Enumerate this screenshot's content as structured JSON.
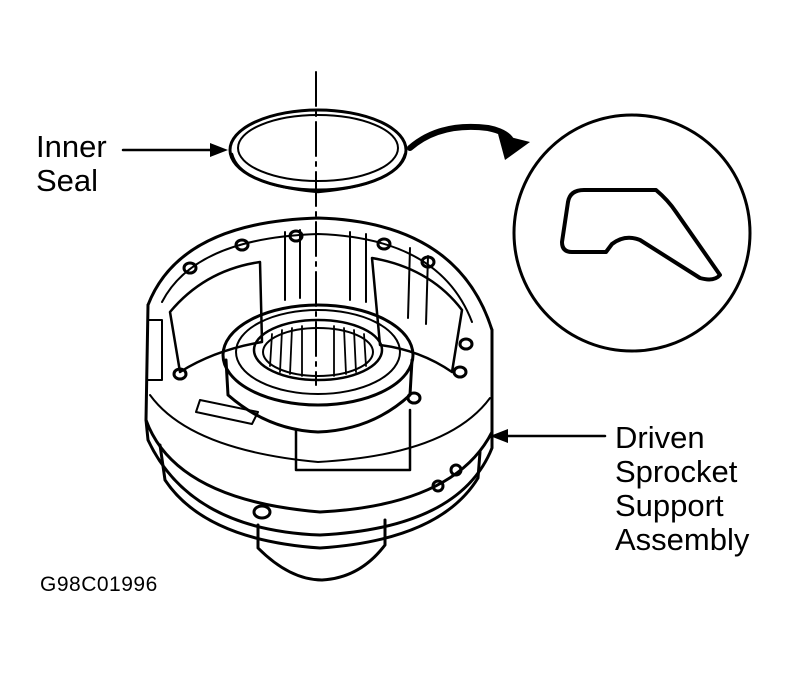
{
  "labels": {
    "inner_seal": [
      "Inner",
      "Seal"
    ],
    "driven_sprocket": [
      "Driven",
      "Sprocket",
      "Support",
      "Assembly"
    ]
  },
  "figure_id": "G98C01996",
  "colors": {
    "ink": "#000000",
    "paper": "#ffffff"
  }
}
